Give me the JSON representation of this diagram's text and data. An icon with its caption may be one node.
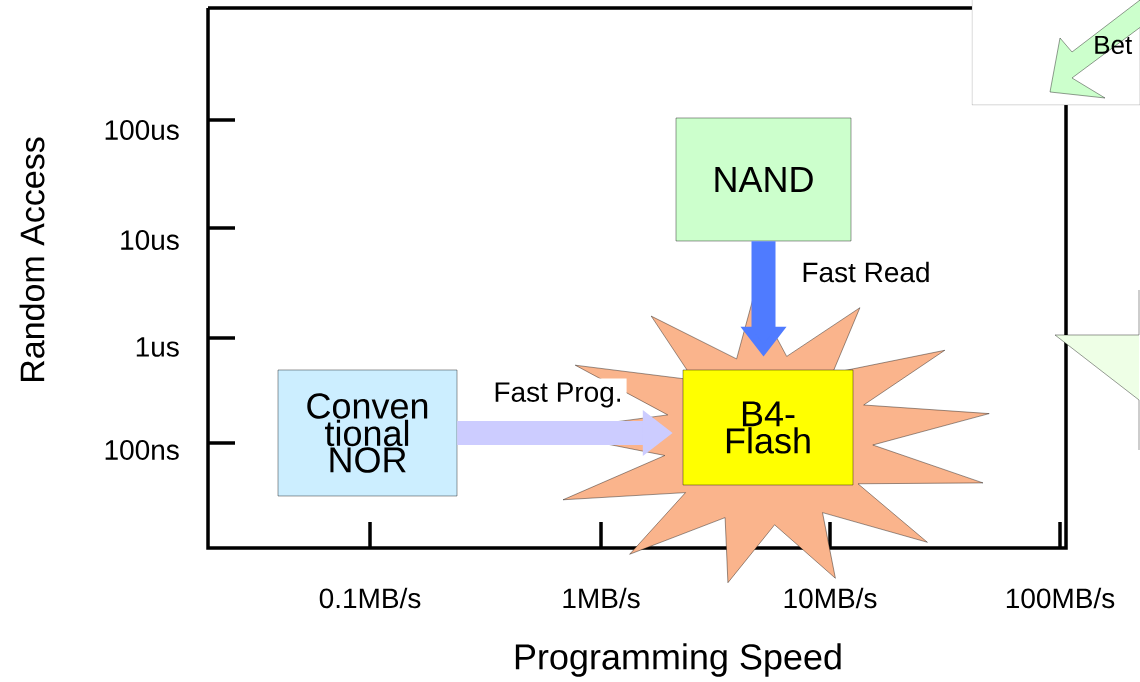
{
  "diagram": {
    "nodes": [
      {
        "text": [
          "Conven tional NOR"
        ]
      },
      {
        "text": [
          "NAND"
        ]
      },
      {
        "text": [],
        "shape": "star"
      },
      {
        "text": [
          "B4- Flash"
        ],
        "in": 2
      },
      {
        "text": [
          "Bet"
        ]
      }
    ],
    "edges": [
      {
        "from": 0,
        "to": 3,
        "arrow": "to",
        "label": "Fast Prog.",
        "color": "#ccccff"
      },
      {
        "from": 1,
        "to": 3,
        "arrow": "to",
        "label": "Fast Read",
        "color": "#4f7bff"
      }
    ],
    "labels": [
      "100us",
      "10us",
      "1us",
      "100ns",
      "0.1MB/s",
      "1MB/s",
      "10MB/s",
      "100MB/s",
      "Random Access",
      "Programming Speed"
    ]
  }
}
